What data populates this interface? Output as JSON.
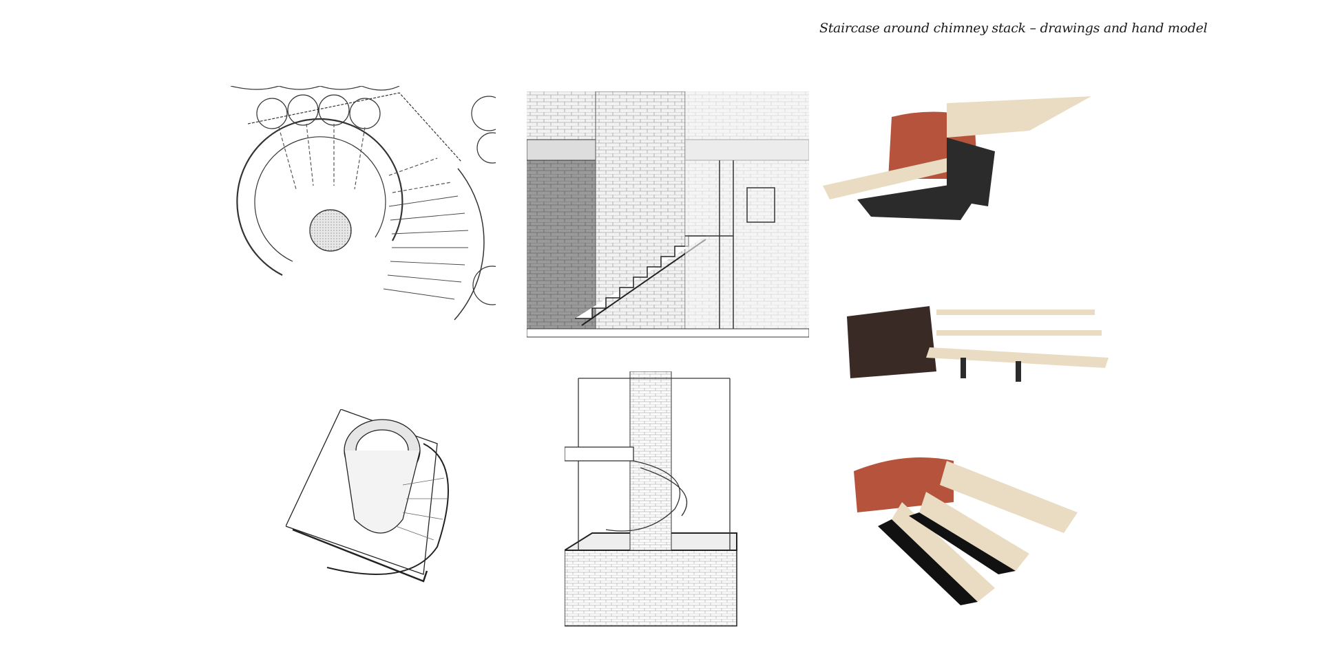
{
  "page": {
    "title": "Staircase around chimney stack – drawings and hand model"
  },
  "panels": [
    {
      "id": "plan",
      "icon": "stair-plan-drawing-icon"
    },
    {
      "id": "section",
      "icon": "brick-section-drawing-icon"
    },
    {
      "id": "axo-top",
      "icon": "axonometric-spiral-icon"
    },
    {
      "id": "axo-frame",
      "icon": "axonometric-frame-icon"
    },
    {
      "id": "model-1",
      "icon": "model-photo-icon"
    },
    {
      "id": "model-2",
      "icon": "model-photo-icon"
    },
    {
      "id": "model-3",
      "icon": "model-photo-icon"
    }
  ],
  "colors": {
    "brick_red": "#b5533d",
    "brick_dark": "#3a2a26",
    "timber": "#e9dcc2",
    "steel": "#2b2b2b",
    "ink": "#333333"
  }
}
